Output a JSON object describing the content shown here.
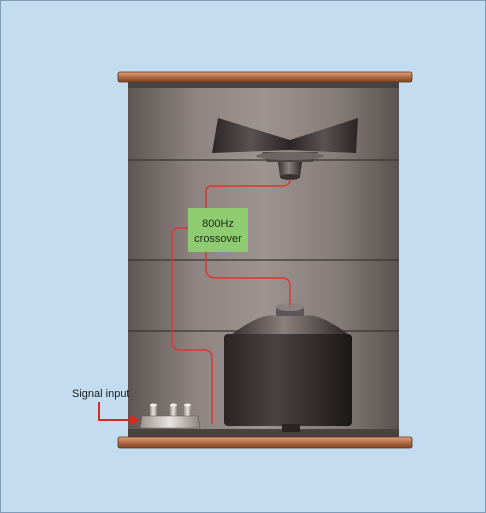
{
  "labels": {
    "crossover_line1": "800Hz",
    "crossover_line2": "crossover",
    "signal_input": "Signal input"
  },
  "colors": {
    "background": "#c4dcf0",
    "cabinet": "#8a817d",
    "panel_line": "#3a3433",
    "wood_cap": "#b8754f",
    "wire": "#e0342c",
    "crossover_fill": "#8fcb70",
    "arrow": "#d92a20"
  },
  "icons": {
    "horn": "horn-tweeter-icon",
    "woofer": "woofer-driver-icon",
    "terminal": "input-terminal-icon"
  }
}
